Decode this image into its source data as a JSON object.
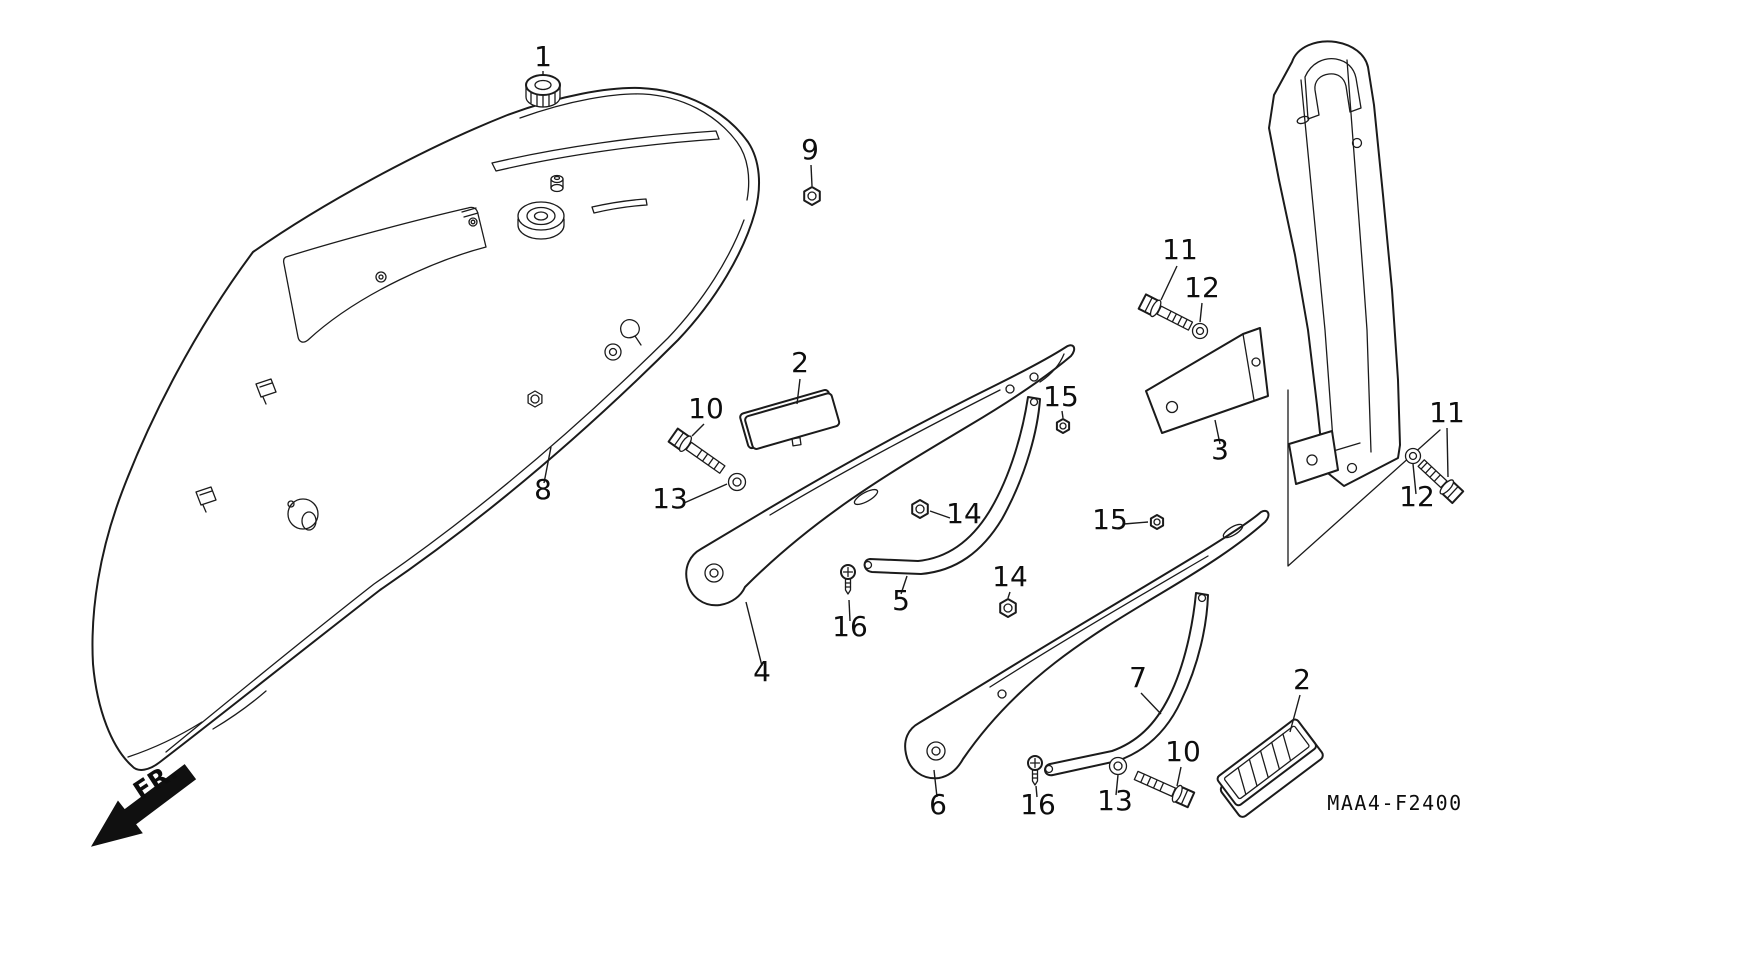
{
  "diagram": {
    "code": "MAA4-F2400",
    "direction_label": "FR.",
    "callouts": [
      {
        "label": "1"
      },
      {
        "label": "9"
      },
      {
        "label": "2"
      },
      {
        "label": "10"
      },
      {
        "label": "13"
      },
      {
        "label": "8"
      },
      {
        "label": "4"
      },
      {
        "label": "16"
      },
      {
        "label": "5"
      },
      {
        "label": "14"
      },
      {
        "label": "14"
      },
      {
        "label": "15"
      },
      {
        "label": "15"
      },
      {
        "label": "11"
      },
      {
        "label": "12"
      },
      {
        "label": "3"
      },
      {
        "label": "11"
      },
      {
        "label": "12"
      },
      {
        "label": "7"
      },
      {
        "label": "2"
      },
      {
        "label": "10"
      },
      {
        "label": "13"
      },
      {
        "label": "16"
      },
      {
        "label": "6"
      }
    ]
  }
}
